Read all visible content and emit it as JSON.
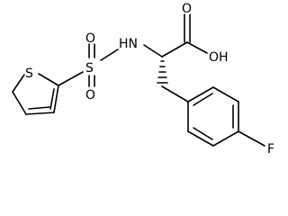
{
  "molecule": {
    "atoms": {
      "sulfur_ring": "S",
      "sulfur_sulfonyl": "S",
      "oxygen_top": "O",
      "oxygen_bottom": "O",
      "nitrogen": "HN",
      "carbonyl_oxygen": "O",
      "hydroxyl": "OH",
      "fluorine": "F"
    },
    "colors": {
      "ink": "#000000",
      "background": "#ffffff"
    }
  }
}
